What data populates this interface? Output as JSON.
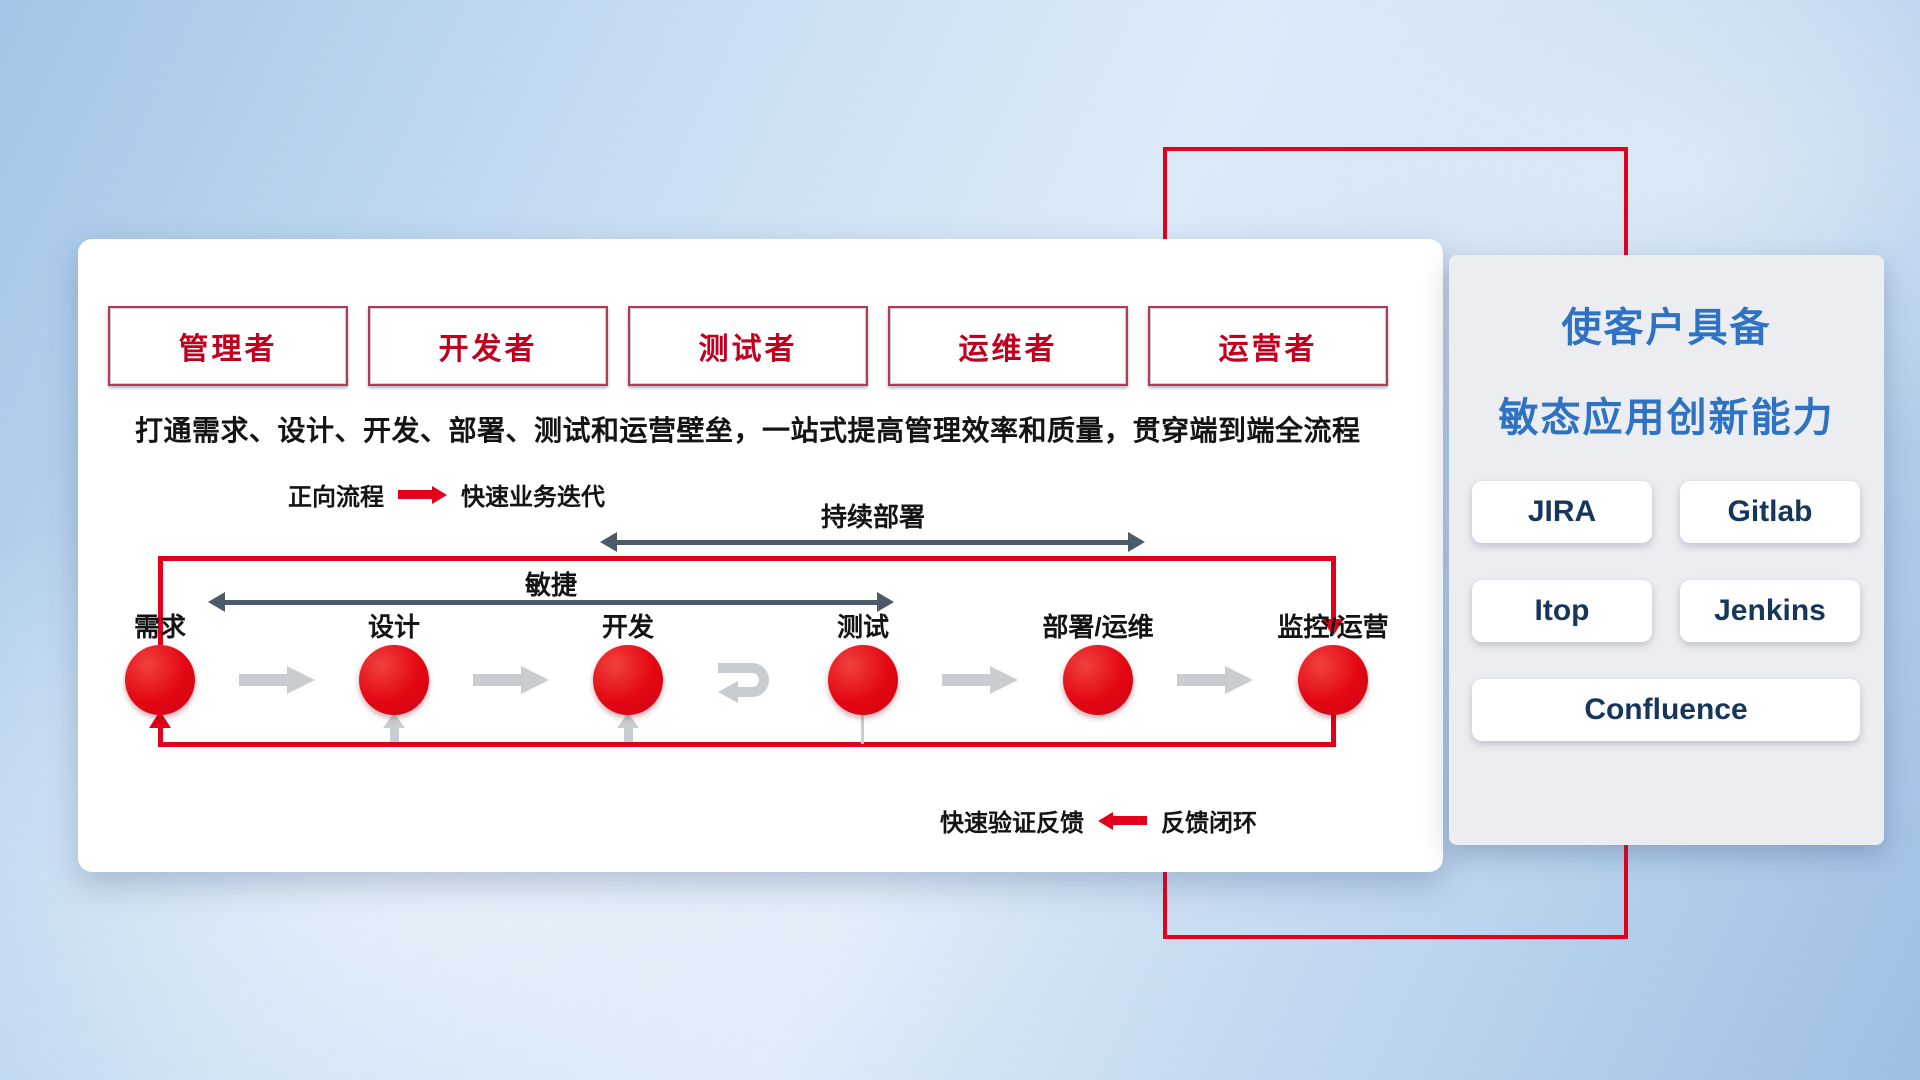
{
  "colors": {
    "accent_red": "#e2001a",
    "role_text_red": "#c1001f",
    "title_blue": "#2e72c4",
    "tool_text_navy": "#16365c",
    "dark_arrow_gray": "#4d5a6a",
    "light_arrow_gray": "#c9ccd1"
  },
  "roles": [
    "管理者",
    "开发者",
    "测试者",
    "运维者",
    "运营者"
  ],
  "description": "打通需求、设计、开发、部署、测试和运营壁垒，一站式提高管理效率和质量，贯穿端到端全流程",
  "forward_legend": {
    "label": "正向流程",
    "value": "快速业务迭代"
  },
  "flow": {
    "continuous_deploy_label": "持续部署",
    "agile_label": "敏捷",
    "stages": [
      "需求",
      "设计",
      "开发",
      "测试",
      "部署/运维",
      "监控/运营"
    ]
  },
  "feedback_legend": {
    "value": "快速验证反馈",
    "label": "反馈闭环"
  },
  "panel": {
    "title_line1": "使客户具备",
    "title_line2": "敏态应用创新能力",
    "tools": [
      "JIRA",
      "Gitlab",
      "Itop",
      "Jenkins",
      "Confluence"
    ]
  }
}
